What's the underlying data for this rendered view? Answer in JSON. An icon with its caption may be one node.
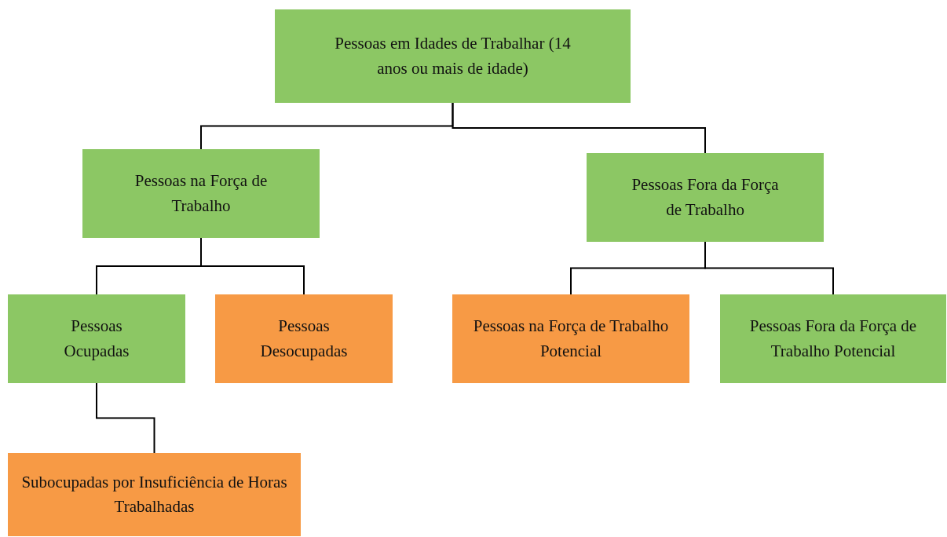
{
  "diagram": {
    "nodes": [
      {
        "text": [
          "Pessoas em Idades de Trabalhar (14 anos ou mais de idade)"
        ]
      },
      {
        "text": [
          "Pessoas na Força de Trabalho"
        ]
      },
      {
        "text": [
          "Pessoas Fora da Força de Trabalho"
        ]
      },
      {
        "text": [
          "Pessoas Ocupadas"
        ]
      },
      {
        "text": [
          "Pessoas Desocupadas"
        ]
      },
      {
        "text": [
          "Pessoas na Força de Trabalho Potencial"
        ]
      },
      {
        "text": [
          "Pessoas Fora da Força de Trabalho Potencial"
        ]
      },
      {
        "text": [
          "Subocupadas por Insuficiência de Horas Trabalhadas"
        ]
      }
    ],
    "edges": [
      {
        "from": 0,
        "to": 1,
        "arrow": "none"
      },
      {
        "from": 0,
        "to": 2,
        "arrow": "none"
      },
      {
        "from": 1,
        "to": 3,
        "arrow": "none"
      },
      {
        "from": 1,
        "to": 4,
        "arrow": "none"
      },
      {
        "from": 2,
        "to": 5,
        "arrow": "none"
      },
      {
        "from": 2,
        "to": 6,
        "arrow": "none"
      },
      {
        "from": 3,
        "to": 7,
        "arrow": "none"
      }
    ]
  }
}
